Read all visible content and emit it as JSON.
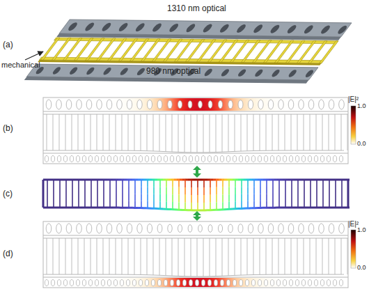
{
  "diagram": {
    "labels": [
      "(a)",
      "1310 nm optical",
      "mechanical",
      "980 nm optical",
      "(b)",
      "|E|²",
      "1.0",
      "0.0",
      "(c)",
      "(d)",
      "|E|²",
      "1.0",
      "0.0"
    ]
  }
}
